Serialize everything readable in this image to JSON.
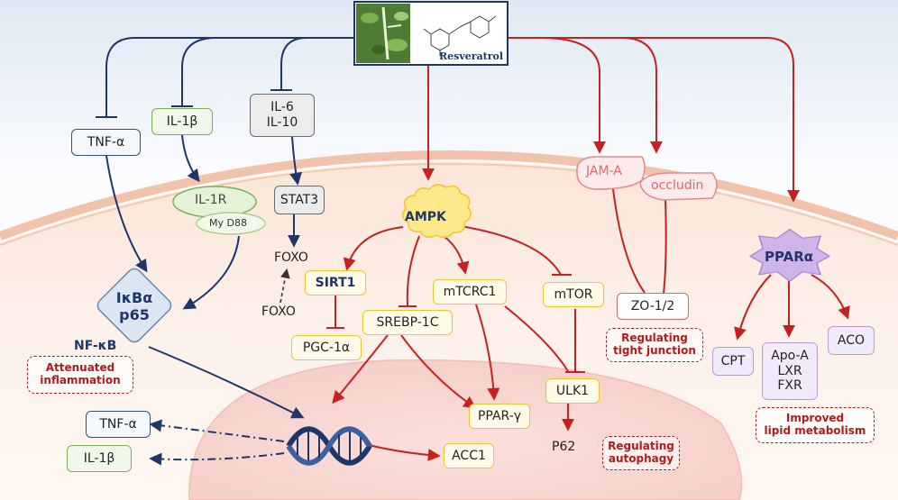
{
  "header": {
    "compound_name": "Resveratrol",
    "plant_image": "plant-photo",
    "structure_image": "chemical-structure"
  },
  "nodes": {
    "tnf_top": "TNF-α",
    "il1b_top": "IL-1β",
    "il6": "IL-6",
    "il10": "IL-10",
    "il1r": "IL-1R",
    "myd88": "My D88",
    "stat3": "STAT3",
    "foxo_top": "FOXO",
    "foxo_bottom": "FOXO",
    "ikba": "IκBα",
    "p65": "p65",
    "nfkb": "NF-κB",
    "ampk": "AMPK",
    "sirt1": "SIRT1",
    "pgc1a": "PGC-1α",
    "srebp": "SREBP-1C",
    "mtcrc1": "mTCRC1",
    "mtor": "mTOR",
    "ulk1": "ULK1",
    "p62": "P62",
    "pparg": "PPAR-γ",
    "acc1": "ACC1",
    "tnf_out": "TNF-α",
    "il1b_out": "IL-1β",
    "jama": "JAM-A",
    "occludin": "occludin",
    "zo12": "ZO-1/2",
    "ppara": "PPARα",
    "cpt": "CPT",
    "apoa": "Apo-A",
    "lxr": "LXR",
    "fxr": "FXR",
    "aco": "ACO"
  },
  "outcomes": {
    "inflammation_1": "Attenuated",
    "inflammation_2": "inflammation",
    "tight_1": "Regulating",
    "tight_2": "tight junction",
    "autophagy_1": "Regulating",
    "autophagy_2": "autophagy",
    "lipid_1": "Improved",
    "lipid_2": "lipid metabolism"
  },
  "colors": {
    "inhibit": "#1f3668",
    "activate": "#c8201e",
    "membrane": "#f6d4c2",
    "nucleus": "#f9d7d2"
  }
}
